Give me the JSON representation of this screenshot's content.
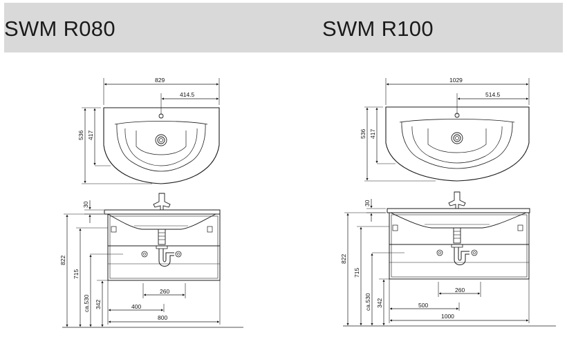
{
  "models": [
    {
      "title": "SWM R080",
      "dims": {
        "top_width": "829",
        "top_half": "414.5",
        "depth_outer": "536",
        "depth_inner": "417",
        "basin_thickness": "30",
        "total_height": "822",
        "cabinet_height": "715",
        "drain_height": "ca.530",
        "bottom_height": "342",
        "siphon_width": "260",
        "half_width": "400",
        "cabinet_width": "800"
      }
    },
    {
      "title": "SWM R100",
      "dims": {
        "top_width": "1029",
        "top_half": "514.5",
        "depth_outer": "536",
        "depth_inner": "417",
        "basin_thickness": "30",
        "total_height": "822",
        "cabinet_height": "715",
        "drain_height": "ca.530",
        "bottom_height": "342",
        "siphon_width": "260",
        "half_width": "500",
        "cabinet_width": "1000"
      }
    }
  ],
  "colors": {
    "header_band": "#d9d9d9",
    "line": "#1a1a1a"
  }
}
